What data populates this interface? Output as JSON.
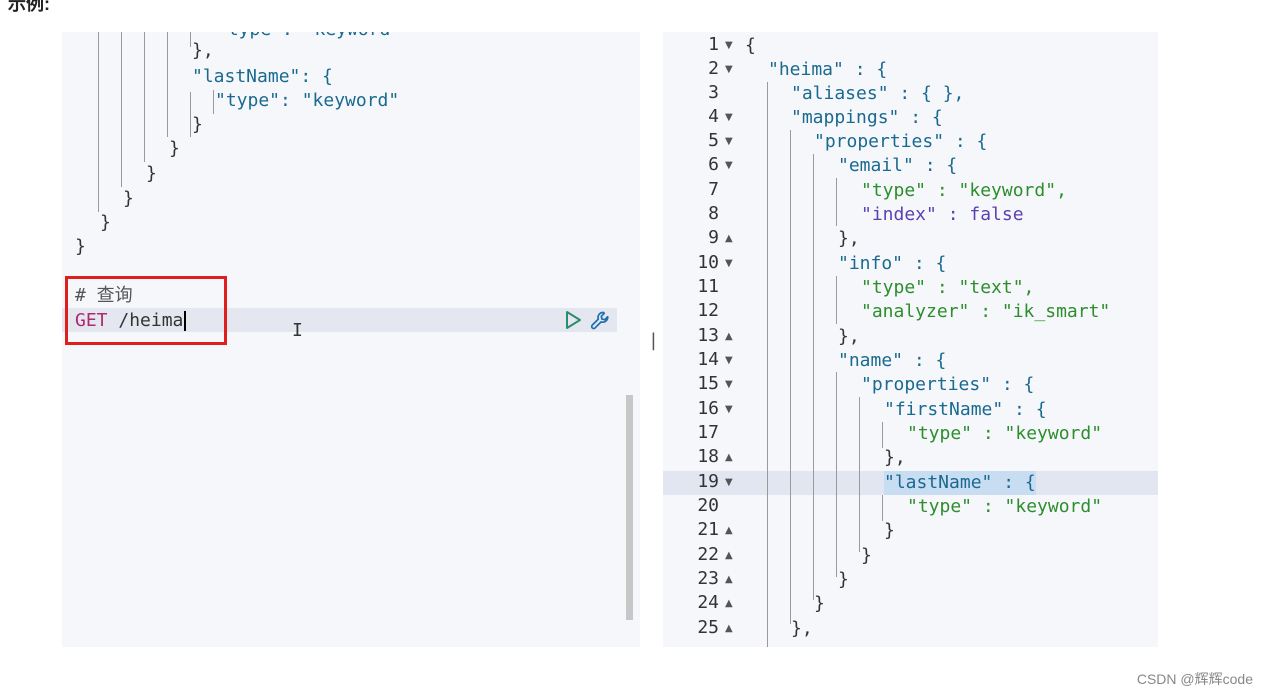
{
  "page": {
    "heading": "示例:"
  },
  "editor": {
    "left_lines": [
      "\"type\": \"keyword\"",
      "},",
      "\"lastName\": {",
      "\"type\": \"keyword\"",
      "}",
      "}",
      "}",
      "}",
      "}",
      "}"
    ],
    "comment": "# 查询",
    "method": "GET",
    "path": "/heima",
    "run_icon": "play-icon",
    "settings_icon": "wrench-icon",
    "cursor_icon": "ibeam-icon"
  },
  "divider": {
    "handle": "||"
  },
  "response": {
    "line_numbers": [
      "1",
      "2",
      "3",
      "4",
      "5",
      "6",
      "7",
      "8",
      "9",
      "10",
      "11",
      "12",
      "13",
      "14",
      "15",
      "16",
      "17",
      "18",
      "19",
      "20",
      "21",
      "22",
      "23",
      "24",
      "25"
    ],
    "lines": [
      "{",
      "\"heima\" : {",
      "\"aliases\" : { },",
      "\"mappings\" : {",
      "\"properties\" : {",
      "\"email\" : {",
      "\"type\" : \"keyword\",",
      "\"index\" : false",
      "},",
      "\"info\" : {",
      "\"type\" : \"text\",",
      "\"analyzer\" : \"ik_smart\"",
      "},",
      "\"name\" : {",
      "\"properties\" : {",
      "\"firstName\" : {",
      "\"type\" : \"keyword\"",
      "},",
      "\"lastName\" : {",
      "\"type\" : \"keyword\"",
      "}",
      "}",
      "}",
      "}",
      "},"
    ]
  },
  "colors": {
    "key": "#1a6a8f",
    "string": "#2c8e2c",
    "boolean": "#5b3fb5",
    "method": "#b0286e",
    "highlight_box": "#e01e1e"
  },
  "footer": {
    "watermark": "CSDN @辉辉code"
  }
}
